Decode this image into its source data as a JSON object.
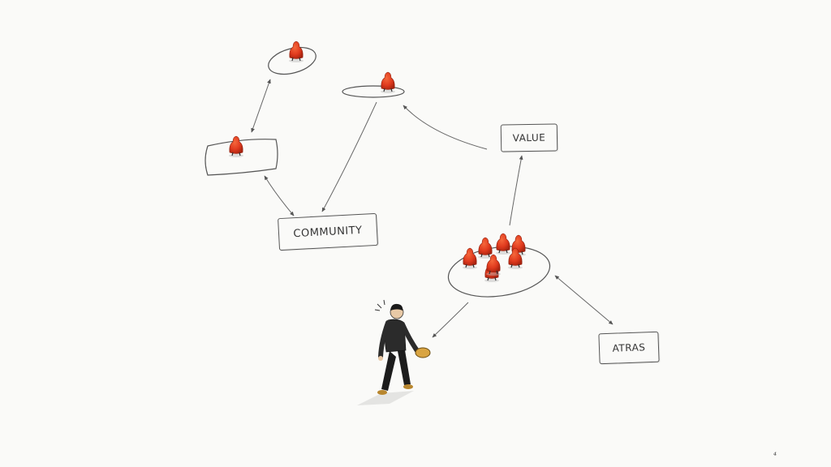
{
  "diagram": {
    "background_color": "#fafaf8",
    "figure_color": "#e03a1e",
    "line_color": "#555555",
    "nodes": [
      {
        "id": "community",
        "label": "COMMUNITY",
        "type": "box"
      },
      {
        "id": "value",
        "label": "VALUE",
        "type": "box"
      },
      {
        "id": "atras",
        "label": "ATRAS",
        "type": "box"
      },
      {
        "id": "platform-top-left",
        "type": "oval-platform",
        "figures": 1
      },
      {
        "id": "platform-top-center",
        "type": "oval-platform",
        "figures": 1
      },
      {
        "id": "platform-left",
        "type": "rounded-platform",
        "figures": 1
      },
      {
        "id": "platform-group",
        "type": "oval-platform",
        "figures": 7
      },
      {
        "id": "walking-man",
        "type": "person",
        "holding": "coin"
      }
    ],
    "edges": [
      {
        "from": "platform-top-left",
        "to": "platform-left",
        "direction": "both"
      },
      {
        "from": "platform-left",
        "to": "community",
        "direction": "both"
      },
      {
        "from": "platform-top-center",
        "to": "community",
        "direction": "to"
      },
      {
        "from": "value",
        "to": "platform-top-center",
        "direction": "to"
      },
      {
        "from": "platform-group",
        "to": "value",
        "direction": "to"
      },
      {
        "from": "platform-group",
        "to": "atras",
        "direction": "both"
      },
      {
        "from": "platform-group",
        "to": "walking-man",
        "direction": "to"
      }
    ],
    "signature": "⁴"
  }
}
